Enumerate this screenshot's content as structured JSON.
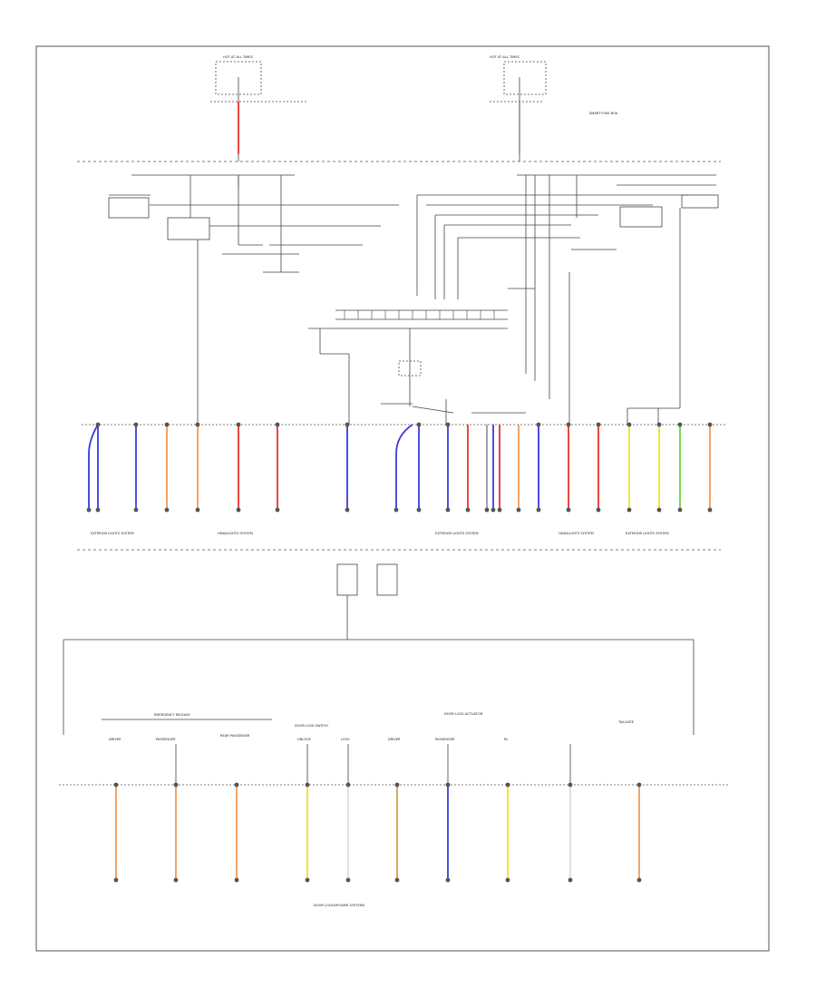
{
  "diagram": {
    "corner_code": "",
    "top_labels": {
      "hot_at_all_times_left": "HOT AT ALL TIMES",
      "hot_at_all_times_right": "HOT AT ALL TIMES",
      "smart_fuse_box": "SMART FUSE BOX"
    },
    "section_labels": [
      "EXTERIOR LIGHTS SYSTEM",
      "HEADLIGHTS SYSTEM",
      "EXTERIOR LIGHTS SYSTEM",
      "HEADLIGHTS SYSTEM",
      "EXTERIOR LIGHTS SYSTEM"
    ],
    "bottom_section_label": "DOOR LOCKS/POWER SYSTEMS",
    "bottom_groups": {
      "left_header": "EMERGENCY RELEASE",
      "mid_header": "DOOR LOCK SWITCH",
      "right_header": "DOOR LOCK ACTUATOR"
    },
    "bottom_terminal_labels": [
      "DRIVER",
      "PASSENGER",
      "REAR PASSENGER",
      "UNLOCK",
      "LOCK",
      "DRIVER",
      "PASSENGER",
      "RL",
      "",
      "TAILGATE"
    ],
    "wire_colors": {
      "red": "#e8322f",
      "blue": "#3b3bdf",
      "orange": "#f39a55",
      "yellow": "#e9e62a",
      "green": "#6ad23e",
      "gray": "#9a9a9a",
      "black": "#111111"
    }
  }
}
